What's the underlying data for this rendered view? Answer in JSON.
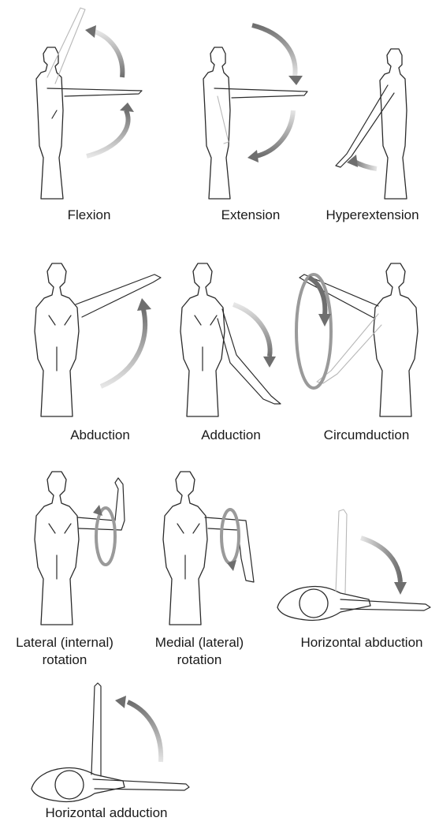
{
  "figure": {
    "movements": [
      {
        "id": "flexion",
        "label": "Flexion"
      },
      {
        "id": "extension",
        "label": "Extension"
      },
      {
        "id": "hyperextension",
        "label": "Hyperextension"
      },
      {
        "id": "abduction",
        "label": "Abduction"
      },
      {
        "id": "adduction",
        "label": "Adduction"
      },
      {
        "id": "circumduction",
        "label": "Circumduction"
      },
      {
        "id": "lateral-rotation",
        "label_line1": "Lateral (internal)",
        "label_line2": "rotation"
      },
      {
        "id": "medial-rotation",
        "label_line1": "Medial (lateral)",
        "label_line2": "rotation"
      },
      {
        "id": "horizontal-abduction",
        "label": "Horizontal abduction"
      },
      {
        "id": "horizontal-adduction",
        "label": "Horizontal adduction"
      }
    ],
    "colors": {
      "arrow_dark": "#6e6e6e",
      "arrow_light": "#e6e6e6",
      "outline": "#2b2b2b"
    }
  }
}
